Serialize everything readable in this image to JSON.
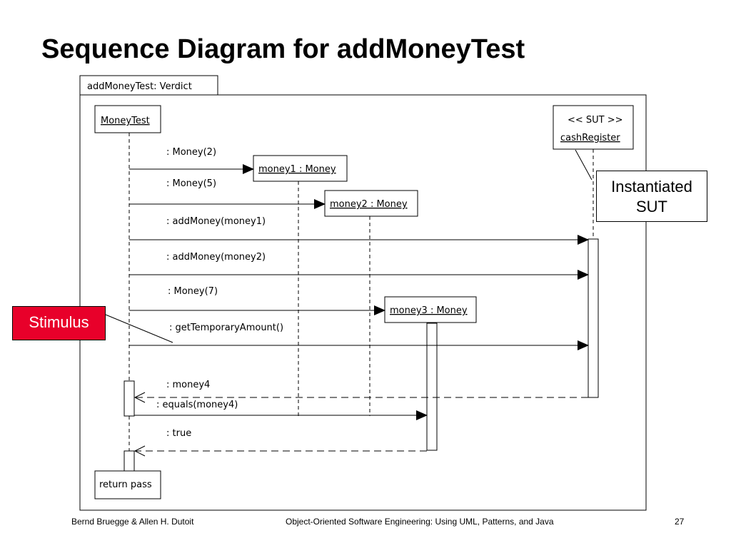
{
  "slide": {
    "title": "Sequence Diagram for addMoneyTest",
    "footer_left": "Bernd Bruegge & Allen H. Dutoit",
    "footer_center": "Object-Oriented Software Engineering: Using UML, Patterns, and Java",
    "page_number": "27"
  },
  "diagram": {
    "frame_label": "addMoneyTest: Verdict",
    "lifelines": {
      "money_test": "MoneyTest",
      "money1": "money1 : Money",
      "money2": "money2 : Money",
      "money3": "money3 : Money",
      "cash_register_stereotype": "<< SUT >>",
      "cash_register": "cashRegister"
    },
    "messages": {
      "m1": ": Money(2)",
      "m2": ": Money(5)",
      "m3": ": addMoney(money1)",
      "m4": ": addMoney(money2)",
      "m5": ": Money(7)",
      "m6": ": getTemporaryAmount()",
      "m7": ": money4",
      "m8": ": equals(money4)",
      "m9": ": true"
    },
    "return_box": "return pass"
  },
  "callouts": {
    "instantiated_sut": [
      "Instantiated",
      "SUT"
    ],
    "stimulus": "Stimulus"
  }
}
